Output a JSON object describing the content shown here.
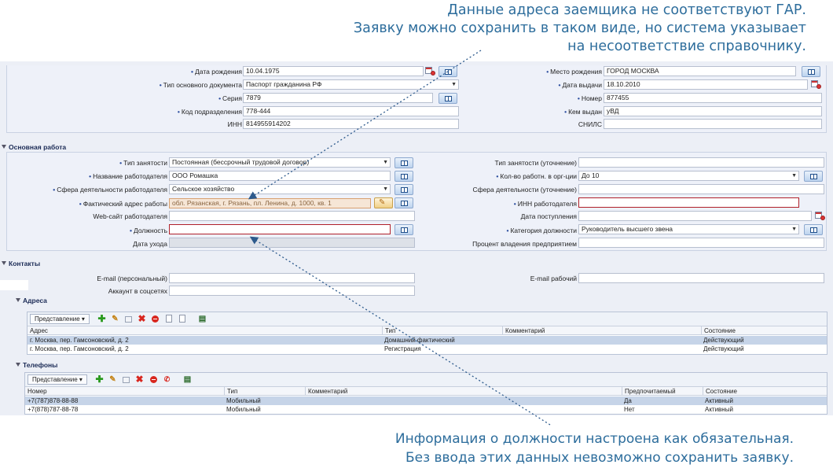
{
  "callouts": {
    "top": [
      "Данные адреса заемщика не соответствуют ГАР.",
      "Заявку можно сохранить в таком виде, но система указывает",
      "на несоответствие справочнику."
    ],
    "bottom": [
      "Информация о должности настроена как обязательная.",
      "Без ввода этих данных невозможно сохранить заявку."
    ]
  },
  "colors": {
    "callout": "#2d6d9c",
    "required_error": "#b0202a",
    "address_warning": "#f6e6d6"
  },
  "personal": {
    "birth_date_label": "Дата рождения",
    "birth_date": "10.04.1975",
    "birth_place_label": "Место рождения",
    "birth_place": "ГОРОД МОСКВА",
    "doc_type_label": "Тип основного документа",
    "doc_type": "Паспорт гражданина РФ",
    "issue_date_label": "Дата выдачи",
    "issue_date": "18.10.2010",
    "series_label": "Серия",
    "series": "7879",
    "number_label": "Номер",
    "number": "877455",
    "dept_code_label": "Код подразделения",
    "dept_code": "778-444",
    "issued_by_label": "Кем выдан",
    "issued_by": "уВД",
    "inn_label": "ИНН",
    "inn": "814955914202",
    "snils_label": "СНИЛС",
    "snils": ""
  },
  "work": {
    "title": "Основная работа",
    "employment_type_label": "Тип занятости",
    "employment_type": "Постоянная (бессрочный трудовой договор)",
    "employment_type_clar_label": "Тип занятости (уточнение)",
    "employment_type_clar": "",
    "employer_name_label": "Название работодателя",
    "employer_name": "ООО Ромашка",
    "staff_count_label": "Кол-во работн. в орг-ции",
    "staff_count": "До 10",
    "sphere_label": "Сфера деятельности работодателя",
    "sphere": "Сельское хозяйство",
    "sphere_clar_label": "Сфера деятельности (уточнение)",
    "sphere_clar": "",
    "actual_address_label": "Фактический адрес работы",
    "actual_address": "обл. Рязанская, г. Рязань, пл. Ленина, д. 1000, кв. 1",
    "employer_inn_label": "ИНН работодателя",
    "employer_inn": "",
    "website_label": "Web-сайт работодателя",
    "website": "",
    "hire_date_label": "Дата поступления",
    "hire_date": "",
    "position_label": "Должность",
    "position": "",
    "position_category_label": "Категория должности",
    "position_category": "Руководитель высшего звена",
    "leave_date_label": "Дата ухода",
    "leave_date": "",
    "ownership_label": "Процент владения предприятием",
    "ownership": ""
  },
  "contacts": {
    "title": "Контакты",
    "email_personal_label": "E-mail (персональный)",
    "email_personal": "",
    "email_work_label": "E-mail рабочий",
    "email_work": "",
    "social_label": "Аккаунт в соцсетях",
    "social": ""
  },
  "addresses": {
    "title": "Адреса",
    "view_label": "Представление ▾",
    "columns": [
      "Адрес",
      "Тип",
      "Комментарий",
      "Состояние"
    ],
    "rows": [
      [
        "г. Москва, пер. Гамсоновский, д. 2",
        "Домашний фактический",
        "",
        "Действующий"
      ],
      [
        "г. Москва, пер. Гамсоновский, д. 2",
        "Регистрация",
        "",
        "Действующий"
      ]
    ]
  },
  "phones": {
    "title": "Телефоны",
    "view_label": "Представление ▾",
    "columns": [
      "Номер",
      "Тип",
      "Комментарий",
      "Предпочитаемый",
      "Состояние"
    ],
    "rows": [
      [
        "+7(787)878-88-88",
        "Мобильный",
        "",
        "Да",
        "Активный"
      ],
      [
        "+7(878)787-88-78",
        "Мобильный",
        "",
        "Нет",
        "Активный"
      ]
    ]
  }
}
